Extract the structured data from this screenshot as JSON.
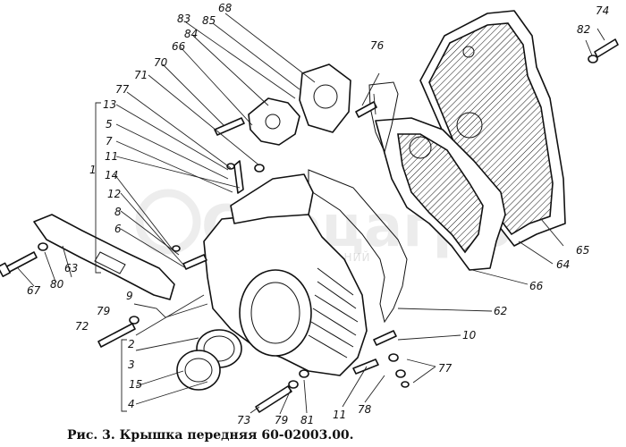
{
  "caption": "Рис. 3. Крышка передняя 60-02003.00.",
  "watermark": {
    "brand": "Спецагро",
    "slogan": "ГРУППА КОМПАНИЙ"
  },
  "callouts": [
    "83",
    "85",
    "68",
    "84",
    "66",
    "70",
    "71",
    "77",
    "13",
    "5",
    "7",
    "11",
    "1",
    "14",
    "12",
    "8",
    "6",
    "9",
    "79",
    "72",
    "67",
    "80",
    "63",
    "2",
    "3",
    "15",
    "4",
    "73",
    "79",
    "81",
    "11",
    "78",
    "10",
    "77",
    "62",
    "66",
    "64",
    "65",
    "76",
    "74",
    "82"
  ],
  "colors": {
    "ink": "#111111",
    "paper": "#ffffff"
  }
}
